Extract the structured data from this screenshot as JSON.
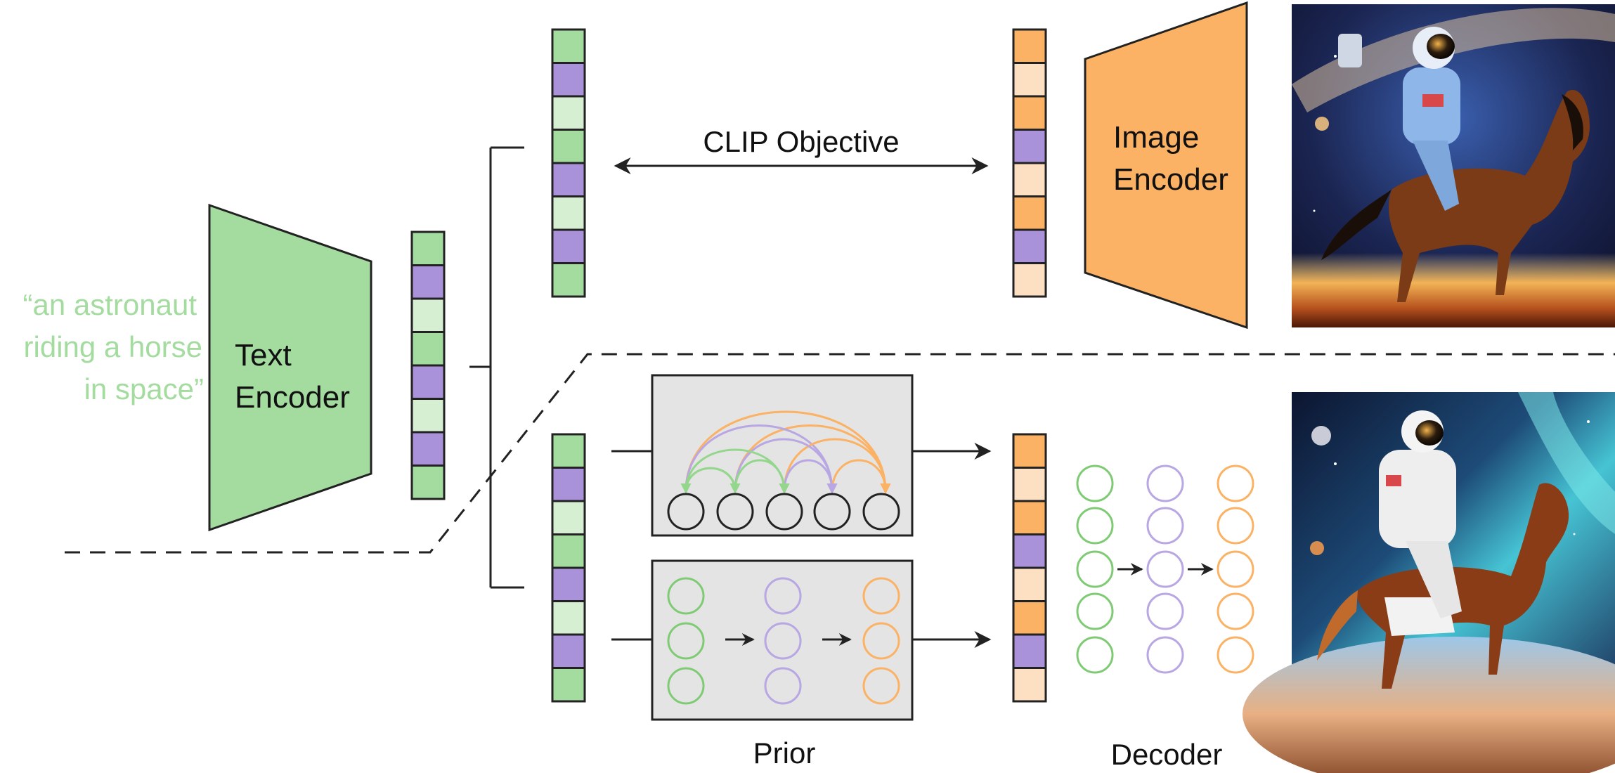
{
  "prompt": {
    "line1": "“an astronaut",
    "line2": "riding a horse",
    "line3": "in space”"
  },
  "text_encoder": {
    "line1": "Text",
    "line2": "Encoder"
  },
  "image_encoder": {
    "line1": "Image",
    "line2": "Encoder"
  },
  "clip_objective": "CLIP Objective",
  "prior_label": "Prior",
  "decoder_label": "Decoder",
  "colors": {
    "green": "#a4dca0",
    "green_stroke": "#7ecb74",
    "purple": "#a992da",
    "purple_light": "#b9a7e3",
    "light_green": "#d6efd3",
    "orange": "#fbb264",
    "light_orange": "#fde0c2",
    "gray_box": "#e4e4e4",
    "prompt_text": "#a4dca0"
  },
  "embeddings": {
    "text_embedding": [
      "green",
      "purple",
      "light_green",
      "green",
      "purple",
      "light_green",
      "purple",
      "green"
    ],
    "clip_text_embedding": [
      "green",
      "purple",
      "light_green",
      "green",
      "purple",
      "light_green",
      "purple",
      "green"
    ],
    "image_embedding": [
      "orange",
      "light_orange",
      "orange",
      "purple",
      "light_orange",
      "orange",
      "purple",
      "light_orange"
    ],
    "prior_text_embedding": [
      "green",
      "purple",
      "light_green",
      "green",
      "purple",
      "light_green",
      "purple",
      "green"
    ],
    "prior_output_embedding": [
      "orange",
      "light_orange",
      "orange",
      "purple",
      "light_orange",
      "orange",
      "purple",
      "light_orange"
    ]
  },
  "images": {
    "top": "astronaut-riding-horse-image-1",
    "bottom": "astronaut-riding-horse-image-2"
  }
}
